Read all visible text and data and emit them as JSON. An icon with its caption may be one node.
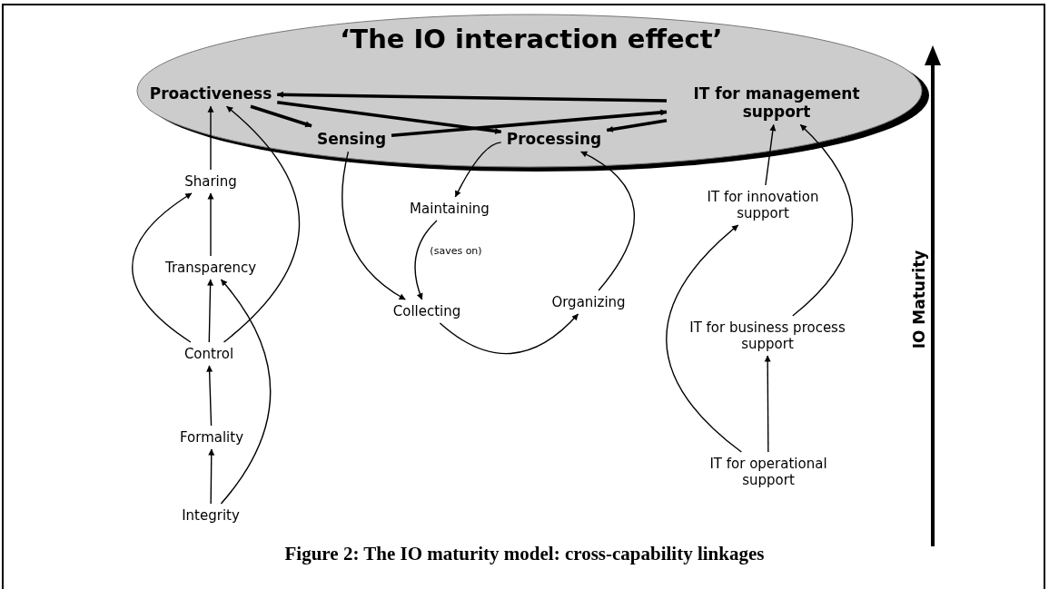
{
  "diagram": {
    "caption": "Figure 2: The IO maturity model: cross-capability linkages",
    "nodes": [
      {
        "text": [
          "‘The IO interaction effect’"
        ]
      },
      {
        "text": [
          "Proactiveness"
        ],
        "in": 0
      },
      {
        "text": [
          "IT for management support"
        ],
        "in": 0
      },
      {
        "text": [
          "Sensing"
        ],
        "in": 0
      },
      {
        "text": [
          "Processing"
        ],
        "in": 0
      },
      {
        "text": [
          "Sharing"
        ]
      },
      {
        "text": [
          "Maintaining"
        ]
      },
      {
        "text": [
          "IT for innovation support"
        ]
      },
      {
        "text": [
          "Transparency"
        ]
      },
      {
        "text": [
          "Collecting"
        ]
      },
      {
        "text": [
          "Organizing"
        ]
      },
      {
        "text": [
          "IT for business process support"
        ]
      },
      {
        "text": [
          "Control"
        ]
      },
      {
        "text": [
          "Formality"
        ]
      },
      {
        "text": [
          "IT for operational support"
        ]
      },
      {
        "text": [
          "Integrity"
        ]
      }
    ],
    "edges": [
      {
        "from": 2,
        "to": 1,
        "arrow": "to",
        "style": "thick"
      },
      {
        "from": 1,
        "to": 3,
        "arrow": "to",
        "style": "thick"
      },
      {
        "from": 1,
        "to": 4,
        "arrow": "to",
        "style": "thick"
      },
      {
        "from": 3,
        "to": 2,
        "arrow": "to",
        "style": "thick"
      },
      {
        "from": 2,
        "to": 4,
        "arrow": "to",
        "style": "thick"
      },
      {
        "from": 5,
        "to": 1,
        "arrow": "to"
      },
      {
        "from": 12,
        "to": 1,
        "arrow": "to"
      },
      {
        "from": 3,
        "to": 9,
        "arrow": "to"
      },
      {
        "from": 4,
        "to": 6,
        "arrow": "to"
      },
      {
        "from": 6,
        "to": 9,
        "arrow": "to",
        "label": "(saves on)"
      },
      {
        "from": 9,
        "to": 10,
        "arrow": "to"
      },
      {
        "from": 10,
        "to": 4,
        "arrow": "to"
      },
      {
        "from": 7,
        "to": 2,
        "arrow": "to"
      },
      {
        "from": 11,
        "to": 2,
        "arrow": "to"
      },
      {
        "from": 14,
        "to": 7,
        "arrow": "to"
      },
      {
        "from": 14,
        "to": 11,
        "arrow": "to"
      },
      {
        "from": 8,
        "to": 5,
        "arrow": "to"
      },
      {
        "from": 12,
        "to": 8,
        "arrow": "to"
      },
      {
        "from": 12,
        "to": 5,
        "arrow": "to"
      },
      {
        "from": 13,
        "to": 12,
        "arrow": "to"
      },
      {
        "from": 15,
        "to": 13,
        "arrow": "to"
      },
      {
        "from": 15,
        "to": 8,
        "arrow": "to"
      }
    ],
    "labels": [
      "IO Maturity"
    ]
  }
}
